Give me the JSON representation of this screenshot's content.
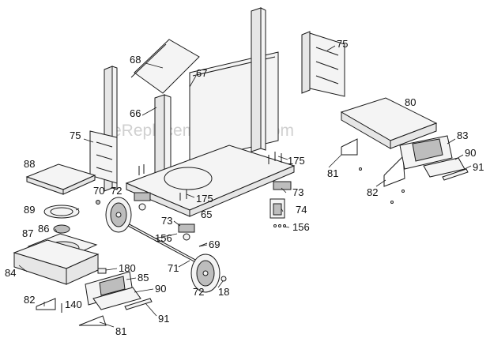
{
  "watermark": "eReplacementParts.com",
  "labels": {
    "l68": "68",
    "l67": "67",
    "l66": "66",
    "l75a": "75",
    "l75b": "75",
    "l80": "80",
    "l83": "83",
    "l90a": "90",
    "l91a": "91",
    "l81a": "81",
    "l82a": "82",
    "l175a": "175",
    "l175b": "175",
    "l73a": "73",
    "l73b": "73",
    "l74": "74",
    "l156a": "156",
    "l156b": "156",
    "l65": "65",
    "l88": "88",
    "l70": "70",
    "l72a": "72",
    "l72b": "72",
    "l89": "89",
    "l87": "87",
    "l86": "86",
    "l84": "84",
    "l69": "69",
    "l71": "71",
    "l18": "18",
    "l180": "180",
    "l85": "85",
    "l90b": "90",
    "l82b": "82",
    "l140": "140",
    "l91b": "91",
    "l81b": "81"
  }
}
